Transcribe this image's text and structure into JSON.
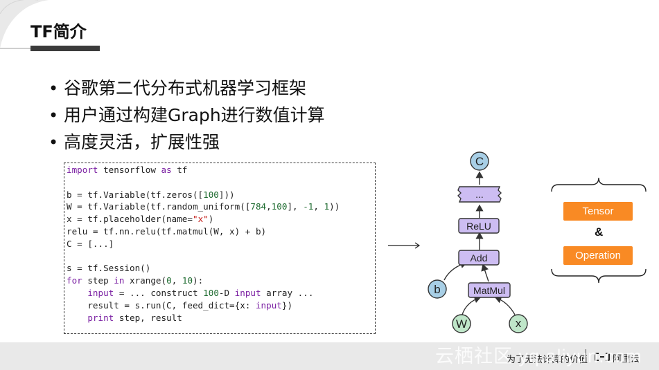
{
  "header": {
    "title": "TF简介"
  },
  "bullets": [
    "谷歌第二代分布式机器学习框架",
    "用户通过构建Graph进行数值计算",
    "高度灵活，扩展性强"
  ],
  "code": {
    "line1_kw1": "import",
    "line1_mid": " tensorflow ",
    "line1_kw2": "as",
    "line1_end": " tf",
    "line3_a": "b = tf.Variable(tf.zeros([",
    "line3_num": "100",
    "line3_b": "]))",
    "line4_a": "W = tf.Variable(tf.random_uniform([",
    "line4_num1": "784",
    "line4_sep1": ",",
    "line4_num2": "100",
    "line4_sep2": "], ",
    "line4_num3": "-1",
    "line4_sep3": ", ",
    "line4_num4": "1",
    "line4_b": "))",
    "line5_a": "x = tf.placeholder(name=",
    "line5_str": "\"x\"",
    "line5_b": ")",
    "line6": "relu = tf.nn.relu(tf.matmul(W, x) + b)",
    "line7": "C = [...]",
    "line9": "s = tf.Session()",
    "line10_kw1": "for",
    "line10_mid": " step ",
    "line10_kw2": "in",
    "line10_b": " xrange(",
    "line10_num1": "0",
    "line10_c": ", ",
    "line10_num2": "10",
    "line10_d": "):",
    "line11_ind": "    ",
    "line11_kw1": "input",
    "line11_a": " = ... construct ",
    "line11_num": "100",
    "line11_b": "-D ",
    "line11_kw2": "input",
    "line11_c": " array ...",
    "line12_a": "    result = s.run(C, feed_dict={x: ",
    "line12_kw": "input",
    "line12_b": "})",
    "line13_ind": "    ",
    "line13_kw": "print",
    "line13_a": " step, result"
  },
  "graph": {
    "nodes": {
      "c": "C",
      "dots": "...",
      "relu": "ReLU",
      "add": "Add",
      "b": "b",
      "matmul": "MatMul",
      "w": "W",
      "x": "x"
    },
    "node_fill": "#cdbdf2",
    "circle_fill": "#a8cfe6",
    "circle_fill_green": "#bfe6c9",
    "stroke": "#333333"
  },
  "concept": {
    "tensor_label": "Tensor",
    "amp": "&",
    "operation_label": "Operation",
    "button_color": "#f98a24"
  },
  "footer": {
    "watermark": "云栖社区 yq.aliyun.com",
    "slogan": "为了无法计算的价值",
    "brand": "阿里云"
  }
}
